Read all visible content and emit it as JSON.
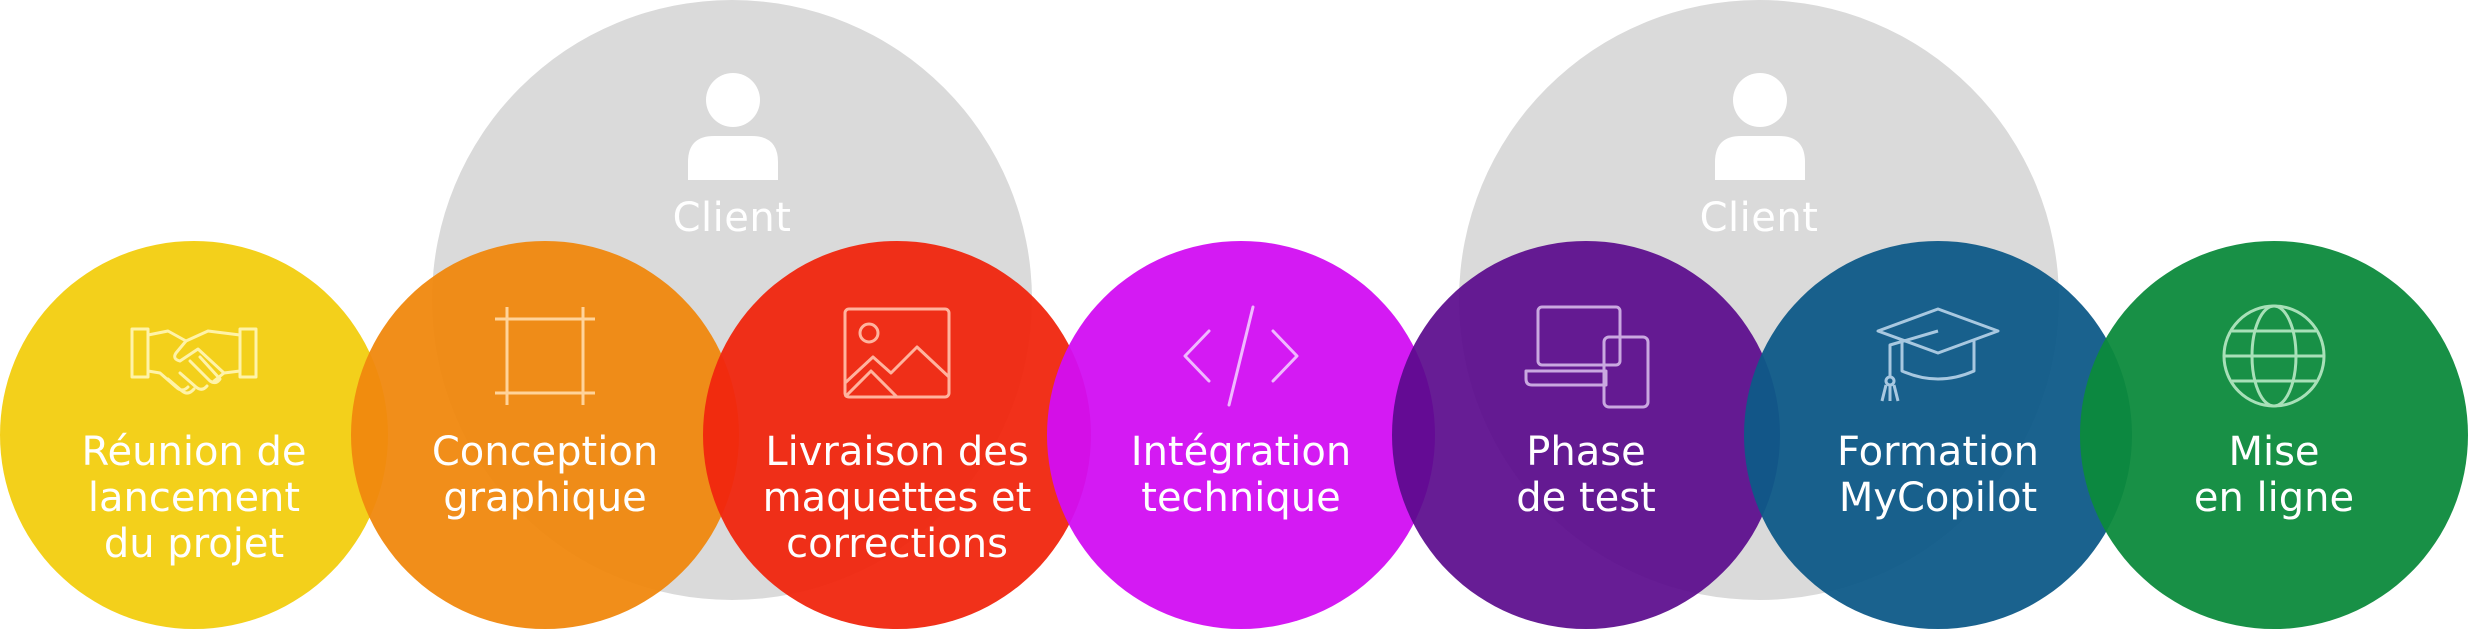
{
  "clients": [
    {
      "label": "Client",
      "icon": "user-icon"
    },
    {
      "label": "Client",
      "icon": "user-icon"
    }
  ],
  "steps": [
    {
      "lines": [
        "Réunion de",
        "lancement",
        "du projet"
      ],
      "icon": "handshake-icon",
      "color": "#f2cd0f"
    },
    {
      "lines": [
        "Conception",
        "graphique"
      ],
      "icon": "crop-frame-icon",
      "color": "#f08a0f"
    },
    {
      "lines": [
        "Livraison des",
        "maquettes et",
        "corrections"
      ],
      "icon": "image-icon",
      "color": "#f02a10"
    },
    {
      "lines": [
        "Intégration",
        "technique"
      ],
      "icon": "code-icon",
      "color": "#d20ef2"
    },
    {
      "lines": [
        "Phase",
        "de test"
      ],
      "icon": "devices-icon",
      "color": "#5e0c8a"
    },
    {
      "lines": [
        "Formation",
        "MyCopilot"
      ],
      "icon": "graduation-cap-icon",
      "color": "#0e5a88"
    },
    {
      "lines": [
        "Mise",
        "en ligne"
      ],
      "icon": "globe-icon",
      "color": "#0c8a3c"
    }
  ],
  "colors": {
    "client_bg": "#dadada",
    "text": "#ffffff"
  }
}
